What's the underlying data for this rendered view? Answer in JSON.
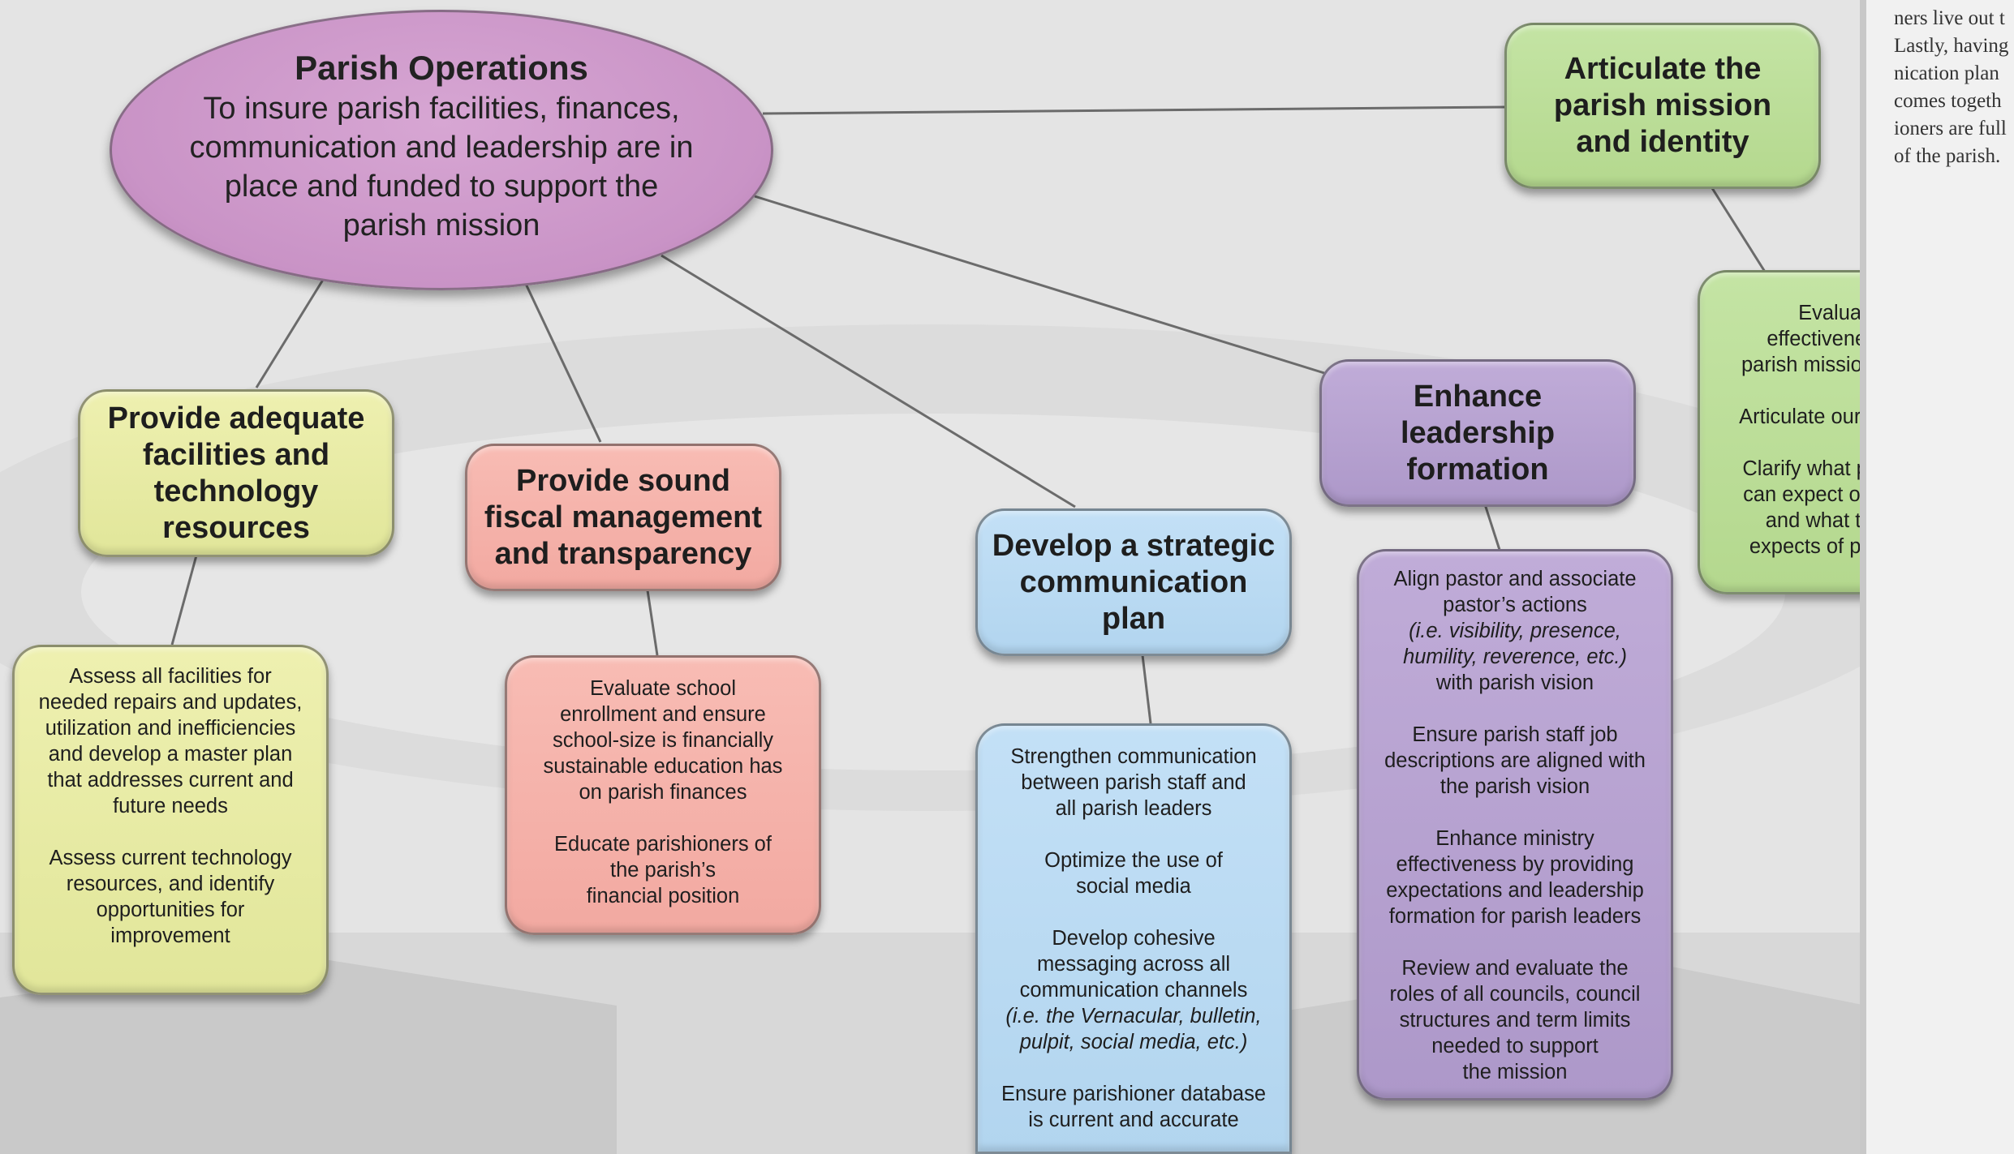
{
  "root": {
    "title": "Parish Operations",
    "subtitle": "To insure parish facilities, finances,\ncommunication and leadership are in\nplace and funded to support the\nparish mission"
  },
  "branches": {
    "mission": {
      "title": "Articulate the\nparish mission\nand identity",
      "details": [
        "Evaluate the\neffectiveness of the\nparish mission statement",
        "Articulate our core values",
        "Clarify what parishioners\ncan expect of the parish,\nand what the parish\nexpects of parishioners"
      ]
    },
    "facilities": {
      "title": "Provide adequate\nfacilities and\ntechnology\nresources",
      "details": [
        "Assess all facilities for\nneeded repairs and updates,\nutilization and inefficiencies\nand develop a master plan\nthat addresses current and\nfuture needs",
        "Assess current technology\nresources, and identify\nopportunities for\nimprovement"
      ]
    },
    "fiscal": {
      "title": "Provide sound\nfiscal management\nand transparency",
      "details": [
        "Evaluate school\nenrollment and ensure\nschool-size is financially\nsustainable education has\non parish finances",
        "Educate parishioners of\nthe parish’s\nfinancial position"
      ]
    },
    "communication": {
      "title": "Develop a strategic\ncommunication\nplan",
      "details": [
        "Strengthen communication\nbetween parish staff and\nall parish leaders",
        "Optimize the use of\nsocial media",
        "Develop cohesive\nmessaging across all\ncommunication channels",
        "(i.e. the Vernacular, bulletin,\npulpit, social media, etc.)",
        "Ensure parishioner database\nis current and accurate"
      ]
    },
    "leadership": {
      "title": "Enhance\nleadership\nformation",
      "details": [
        "Align pastor and associate\npastor’s actions",
        "(i.e. visibility, presence,\nhumility, reverence, etc.)",
        "with parish vision",
        "Ensure parish staff job\ndescriptions are aligned with\nthe parish vision",
        "Enhance ministry\neffectiveness by providing\nexpectations and leadership\nformation for parish leaders",
        "Review and evaluate the\nroles of all councils, council\nstructures and term limits\nneeded to support\nthe mission"
      ]
    }
  },
  "side_text": [
    "ners live out t",
    "Lastly, having",
    "nication plan",
    "comes togeth",
    "ioners are full",
    "of the parish."
  ],
  "colors": {
    "root": "#c993c6",
    "green": "#b4d88e",
    "yellow": "#e1e69a",
    "pink": "#f2a9a1",
    "blue": "#b2d5ef",
    "purple": "#ad98c9",
    "connector": "#6b6b6b"
  }
}
